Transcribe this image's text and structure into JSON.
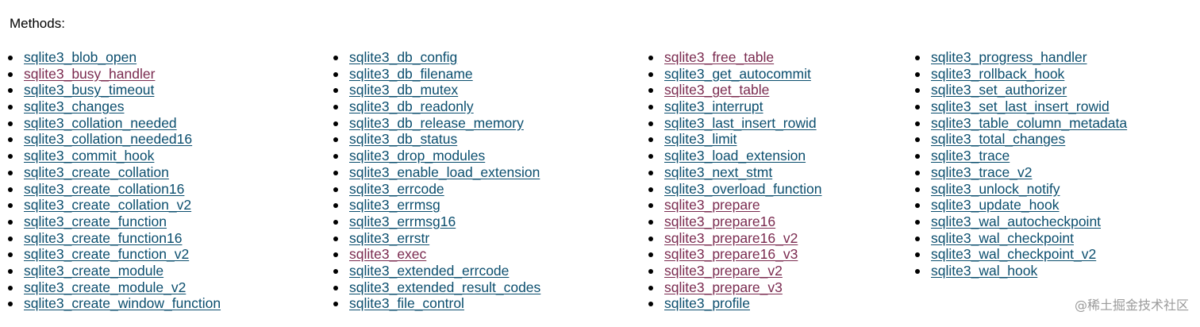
{
  "heading": "Methods:",
  "colors": {
    "link": "#0b4e6e",
    "visited_link": "#7a2a4f",
    "watermark": "#9a9a9a"
  },
  "columns": [
    {
      "items": [
        {
          "label": "sqlite3_blob_open",
          "visited": false
        },
        {
          "label": "sqlite3_busy_handler",
          "visited": true
        },
        {
          "label": "sqlite3_busy_timeout",
          "visited": false
        },
        {
          "label": "sqlite3_changes",
          "visited": false
        },
        {
          "label": "sqlite3_collation_needed",
          "visited": false
        },
        {
          "label": "sqlite3_collation_needed16",
          "visited": false
        },
        {
          "label": "sqlite3_commit_hook",
          "visited": false
        },
        {
          "label": "sqlite3_create_collation",
          "visited": false
        },
        {
          "label": "sqlite3_create_collation16",
          "visited": false
        },
        {
          "label": "sqlite3_create_collation_v2",
          "visited": false
        },
        {
          "label": "sqlite3_create_function",
          "visited": false
        },
        {
          "label": "sqlite3_create_function16",
          "visited": false
        },
        {
          "label": "sqlite3_create_function_v2",
          "visited": false
        },
        {
          "label": "sqlite3_create_module",
          "visited": false
        },
        {
          "label": "sqlite3_create_module_v2",
          "visited": false
        },
        {
          "label": "sqlite3_create_window_function",
          "visited": false
        }
      ]
    },
    {
      "items": [
        {
          "label": "sqlite3_db_config",
          "visited": false
        },
        {
          "label": "sqlite3_db_filename",
          "visited": false
        },
        {
          "label": "sqlite3_db_mutex",
          "visited": false
        },
        {
          "label": "sqlite3_db_readonly",
          "visited": false
        },
        {
          "label": "sqlite3_db_release_memory",
          "visited": false
        },
        {
          "label": "sqlite3_db_status",
          "visited": false
        },
        {
          "label": "sqlite3_drop_modules",
          "visited": false
        },
        {
          "label": "sqlite3_enable_load_extension",
          "visited": false
        },
        {
          "label": "sqlite3_errcode",
          "visited": false
        },
        {
          "label": "sqlite3_errmsg",
          "visited": false
        },
        {
          "label": "sqlite3_errmsg16",
          "visited": false
        },
        {
          "label": "sqlite3_errstr",
          "visited": false
        },
        {
          "label": "sqlite3_exec",
          "visited": true
        },
        {
          "label": "sqlite3_extended_errcode",
          "visited": false
        },
        {
          "label": "sqlite3_extended_result_codes",
          "visited": false
        },
        {
          "label": "sqlite3_file_control",
          "visited": false
        }
      ]
    },
    {
      "items": [
        {
          "label": "sqlite3_free_table",
          "visited": true
        },
        {
          "label": "sqlite3_get_autocommit",
          "visited": false
        },
        {
          "label": "sqlite3_get_table",
          "visited": true
        },
        {
          "label": "sqlite3_interrupt",
          "visited": false
        },
        {
          "label": "sqlite3_last_insert_rowid",
          "visited": false
        },
        {
          "label": "sqlite3_limit",
          "visited": false
        },
        {
          "label": "sqlite3_load_extension",
          "visited": false
        },
        {
          "label": "sqlite3_next_stmt",
          "visited": false
        },
        {
          "label": "sqlite3_overload_function",
          "visited": false
        },
        {
          "label": "sqlite3_prepare",
          "visited": true
        },
        {
          "label": "sqlite3_prepare16",
          "visited": true
        },
        {
          "label": "sqlite3_prepare16_v2",
          "visited": true
        },
        {
          "label": "sqlite3_prepare16_v3",
          "visited": true
        },
        {
          "label": "sqlite3_prepare_v2",
          "visited": true
        },
        {
          "label": "sqlite3_prepare_v3",
          "visited": true
        },
        {
          "label": "sqlite3_profile",
          "visited": false
        }
      ]
    },
    {
      "items": [
        {
          "label": "sqlite3_progress_handler",
          "visited": false
        },
        {
          "label": "sqlite3_rollback_hook",
          "visited": false
        },
        {
          "label": "sqlite3_set_authorizer",
          "visited": false
        },
        {
          "label": "sqlite3_set_last_insert_rowid",
          "visited": false
        },
        {
          "label": "sqlite3_table_column_metadata",
          "visited": false
        },
        {
          "label": "sqlite3_total_changes",
          "visited": false
        },
        {
          "label": "sqlite3_trace",
          "visited": false
        },
        {
          "label": "sqlite3_trace_v2",
          "visited": false
        },
        {
          "label": "sqlite3_unlock_notify",
          "visited": false
        },
        {
          "label": "sqlite3_update_hook",
          "visited": false
        },
        {
          "label": "sqlite3_wal_autocheckpoint",
          "visited": false
        },
        {
          "label": "sqlite3_wal_checkpoint",
          "visited": false
        },
        {
          "label": "sqlite3_wal_checkpoint_v2",
          "visited": false
        },
        {
          "label": "sqlite3_wal_hook",
          "visited": false
        }
      ]
    }
  ],
  "watermark": "@稀土掘金技术社区"
}
